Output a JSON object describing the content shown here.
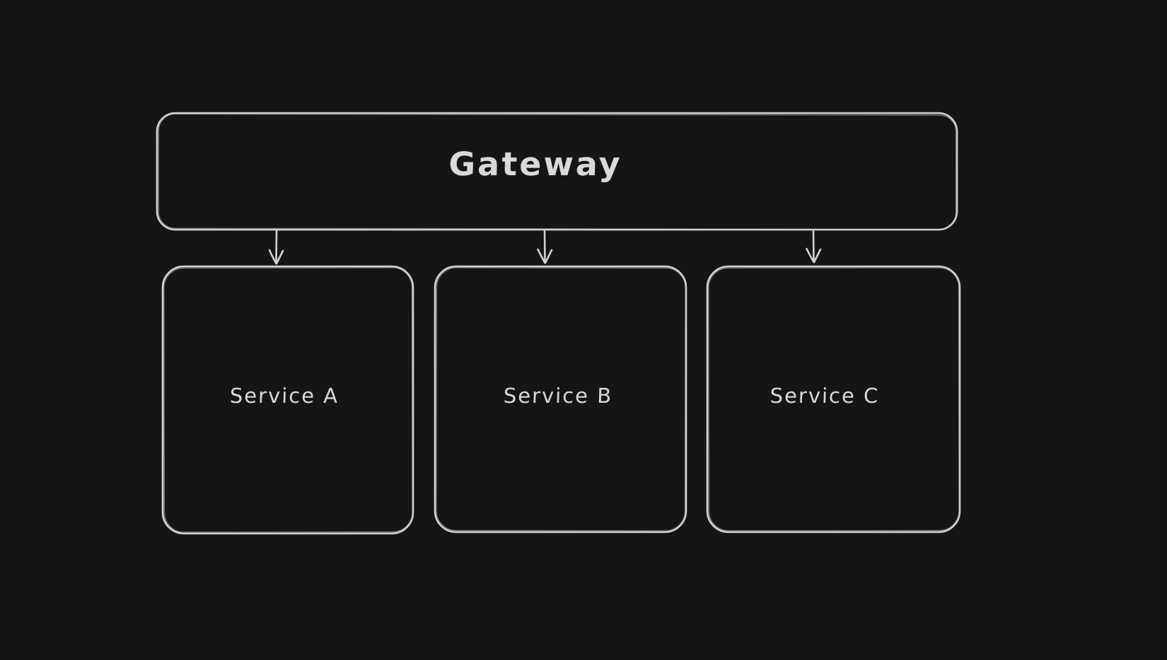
{
  "diagram": {
    "gateway": {
      "label": "Gateway"
    },
    "services": [
      {
        "label": "Service A"
      },
      {
        "label": "Service B"
      },
      {
        "label": "Service C"
      }
    ],
    "edges": [
      {
        "from": "Gateway",
        "to": "Service A"
      },
      {
        "from": "Gateway",
        "to": "Service B"
      },
      {
        "from": "Gateway",
        "to": "Service C"
      }
    ],
    "colors": {
      "background": "#151515",
      "stroke": "#d2d2d2",
      "text": "#d9d9d9"
    }
  }
}
